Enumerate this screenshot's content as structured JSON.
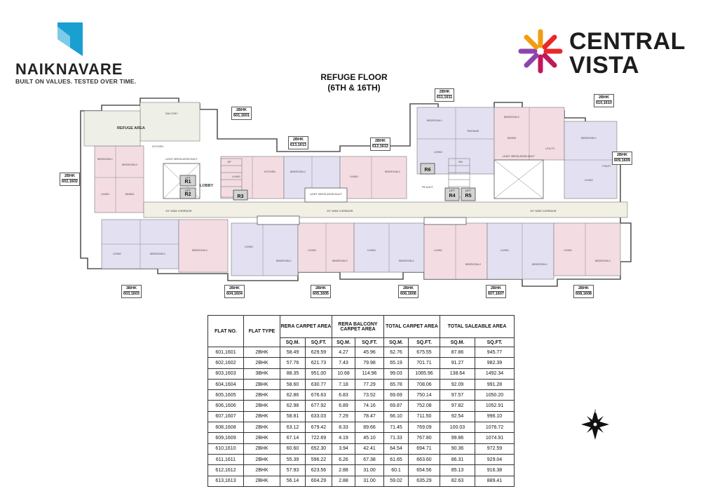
{
  "brand_left": {
    "wordmark": "NAIKNAVARE",
    "tagline": "BUILT ON VALUES. TESTED OVER TIME.",
    "color": "#1a9fd1"
  },
  "brand_right": {
    "line1": "CENTRAL",
    "line2": "VISTA",
    "colors": [
      "#e8282b",
      "#f39c12",
      "#8e44ad",
      "#c2185b"
    ]
  },
  "plan_title": {
    "line1": "REFUGE FLOOR",
    "line2": "(6TH & 16TH)"
  },
  "floor_plan": {
    "area_labels": {
      "refuge": "REFUGE AREA",
      "corridor_left": "5'0\" WIDE CORRIDOR",
      "corridor_mid": "5'0\" WIDE CORRIDOR",
      "corridor_right": "5'0\" WIDE CORRIDOR",
      "lobby": "LOBBY",
      "light_vent_left": "LIGHT VENTILATION DUCT",
      "light_vent_mid": "LIGHT VENTILATION DUCT",
      "light_vent_right": "LIGHT VENTILATION DUCT",
      "up": "UP",
      "dn": "DN",
      "pe_duct": "PE DUCT"
    },
    "lifts": [
      "R1",
      "R2",
      "R3",
      "R6",
      "R4",
      "R5"
    ],
    "lift_label": "LIFT",
    "flat_tags": [
      {
        "type": "2BHK",
        "units": "601,1601"
      },
      {
        "type": "2BHK",
        "units": "602,1602"
      },
      {
        "type": "3BHK",
        "units": "603,1603"
      },
      {
        "type": "2BHK",
        "units": "604,1604"
      },
      {
        "type": "2BHK",
        "units": "605,1605"
      },
      {
        "type": "2BHK",
        "units": "606,1606"
      },
      {
        "type": "2BHK",
        "units": "607,1607"
      },
      {
        "type": "2BHK",
        "units": "608,1608"
      },
      {
        "type": "2BHK",
        "units": "609,1609"
      },
      {
        "type": "2BHK",
        "units": "610,1610"
      },
      {
        "type": "2BHK",
        "units": "611,1611"
      },
      {
        "type": "2BHK",
        "units": "612,1612"
      },
      {
        "type": "2BHK",
        "units": "613,1613"
      }
    ],
    "room_labels": [
      "BEDROOM-1",
      "BEDROOM-2",
      "LIVING",
      "KITCHEN",
      "DINING",
      "TOILET",
      "BALCONY",
      "UTILITY",
      "PASSAGE"
    ]
  },
  "area_table": {
    "headers": {
      "flat_no": "FLAT NO.",
      "flat_type": "FLAT TYPE",
      "rera_carpet": "RERA CARPET AREA",
      "rera_balcony": "RERA BALCONY CARPET AREA",
      "total_carpet": "TOTAL CARPET AREA",
      "total_saleable": "TOTAL SALEABLE AREA",
      "sqm": "SQ.M.",
      "sqft": "SQ.FT."
    },
    "rows": [
      [
        "601,1601",
        "2BHK",
        "58.49",
        "629.59",
        "4.27",
        "45.96",
        "62.76",
        "675.55",
        "87.86",
        "945.77"
      ],
      [
        "602,1602",
        "2BHK",
        "57.76",
        "621.73",
        "7.43",
        "79.98",
        "65.19",
        "701.71",
        "91.27",
        "982.39"
      ],
      [
        "603,1603",
        "3BHK",
        "88.35",
        "951.00",
        "10.68",
        "114.96",
        "99.03",
        "1065.96",
        "138.64",
        "1492.34"
      ],
      [
        "604,1604",
        "2BHK",
        "58.60",
        "630.77",
        "7.18",
        "77.29",
        "65.78",
        "708.06",
        "92.09",
        "991.28"
      ],
      [
        "605,1605",
        "2BHK",
        "62.86",
        "676.63",
        "6.83",
        "73.52",
        "69.69",
        "750.14",
        "97.57",
        "1050.20"
      ],
      [
        "606,1606",
        "2BHK",
        "62.98",
        "677.92",
        "6.89",
        "74.16",
        "69.87",
        "752.08",
        "97.82",
        "1052.91"
      ],
      [
        "607,1607",
        "2BHK",
        "58.81",
        "633.03",
        "7.29",
        "78.47",
        "66.10",
        "711.50",
        "92.54",
        "996.10"
      ],
      [
        "608,1608",
        "2BHK",
        "63.12",
        "679.42",
        "8.33",
        "89.66",
        "71.45",
        "769.09",
        "100.03",
        "1076.72"
      ],
      [
        "609,1609",
        "2BHK",
        "67.14",
        "722.69",
        "4.19",
        "45.10",
        "71.33",
        "767.80",
        "99.86",
        "1074.91"
      ],
      [
        "610,1610",
        "2BHK",
        "60.60",
        "652.30",
        "3.94",
        "42.41",
        "64.54",
        "694.71",
        "90.36",
        "972.59"
      ],
      [
        "611,1611",
        "2BHK",
        "55.39",
        "596.22",
        "6.26",
        "67.38",
        "61.65",
        "663.60",
        "86.31",
        "929.04"
      ],
      [
        "612,1612",
        "2BHK",
        "57.93",
        "623.56",
        "2.88",
        "31.00",
        "60.1",
        "654.56",
        "85.13",
        "916.38"
      ],
      [
        "613,1613",
        "2BHK",
        "56.14",
        "604.29",
        "2.88",
        "31.00",
        "59.02",
        "635.29",
        "82.63",
        "889.41"
      ]
    ]
  },
  "north_label": "N"
}
